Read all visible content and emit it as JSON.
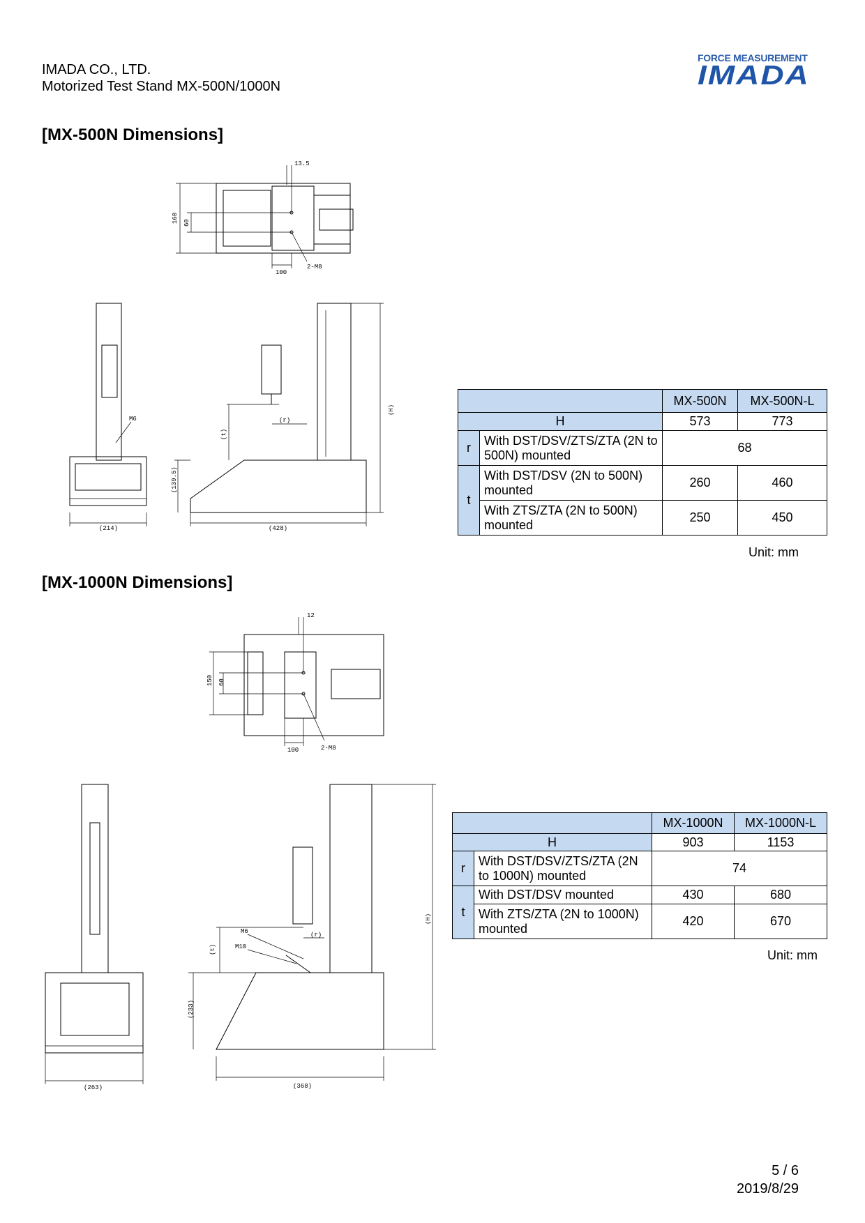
{
  "header": {
    "company": "IMADA CO., LTD.",
    "product": "Motorized Test Stand MX-500N/1000N",
    "logo_tagline": "FORCE MEASUREMENT",
    "logo_name": "IMADA",
    "brand_color": "#1f55a8"
  },
  "mx500": {
    "title": "[MX-500N Dimensions]",
    "drawing_labels": {
      "top_13_5": "13.5",
      "top_160": "160",
      "top_60": "60",
      "top_100": "100",
      "top_2m8": "2-M8",
      "side_m6": "M6",
      "side_214": "(214)",
      "side_139_5": "(139.5)",
      "side_428": "(428)",
      "side_t": "(t)",
      "side_r": "(r)",
      "side_h": "(H)"
    },
    "table": {
      "col1": "MX-500N",
      "col2": "MX-500N-L",
      "h_label": "H",
      "h1": "573",
      "h2": "773",
      "r_label": "r",
      "r_desc": "With DST/DSV/ZTS/ZTA (2N to 500N) mounted",
      "r_val": "68",
      "t_label": "t",
      "t1_desc": "With DST/DSV (2N to 500N) mounted",
      "t1_v1": "260",
      "t1_v2": "460",
      "t2_desc": "With ZTS/ZTA (2N to 500N) mounted",
      "t2_v1": "250",
      "t2_v2": "450"
    },
    "unit": "Unit: mm"
  },
  "mx1000": {
    "title": "[MX-1000N Dimensions]",
    "drawing_labels": {
      "top_12": "12",
      "top_150": "150",
      "top_60": "60",
      "top_100": "100",
      "top_2m8": "2-M8",
      "side_m6": "M6",
      "side_m10": "M10",
      "side_263": "(263)",
      "side_233": "(233)",
      "side_368": "(368)",
      "side_t": "(t)",
      "side_r": "(r)",
      "side_h": "(H)"
    },
    "table": {
      "col1": "MX-1000N",
      "col2": "MX-1000N-L",
      "h_label": "H",
      "h1": "903",
      "h2": "1153",
      "r_label": "r",
      "r_desc": "With DST/DSV/ZTS/ZTA (2N to 1000N) mounted",
      "r_val": "74",
      "t_label": "t",
      "t1_desc": "With DST/DSV mounted",
      "t1_v1": "430",
      "t1_v2": "680",
      "t2_desc": "With ZTS/ZTA (2N to 1000N) mounted",
      "t2_v1": "420",
      "t2_v2": "670"
    },
    "unit": "Unit: mm"
  },
  "footer": {
    "page": "5 / 6",
    "date": "2019/8/29"
  }
}
